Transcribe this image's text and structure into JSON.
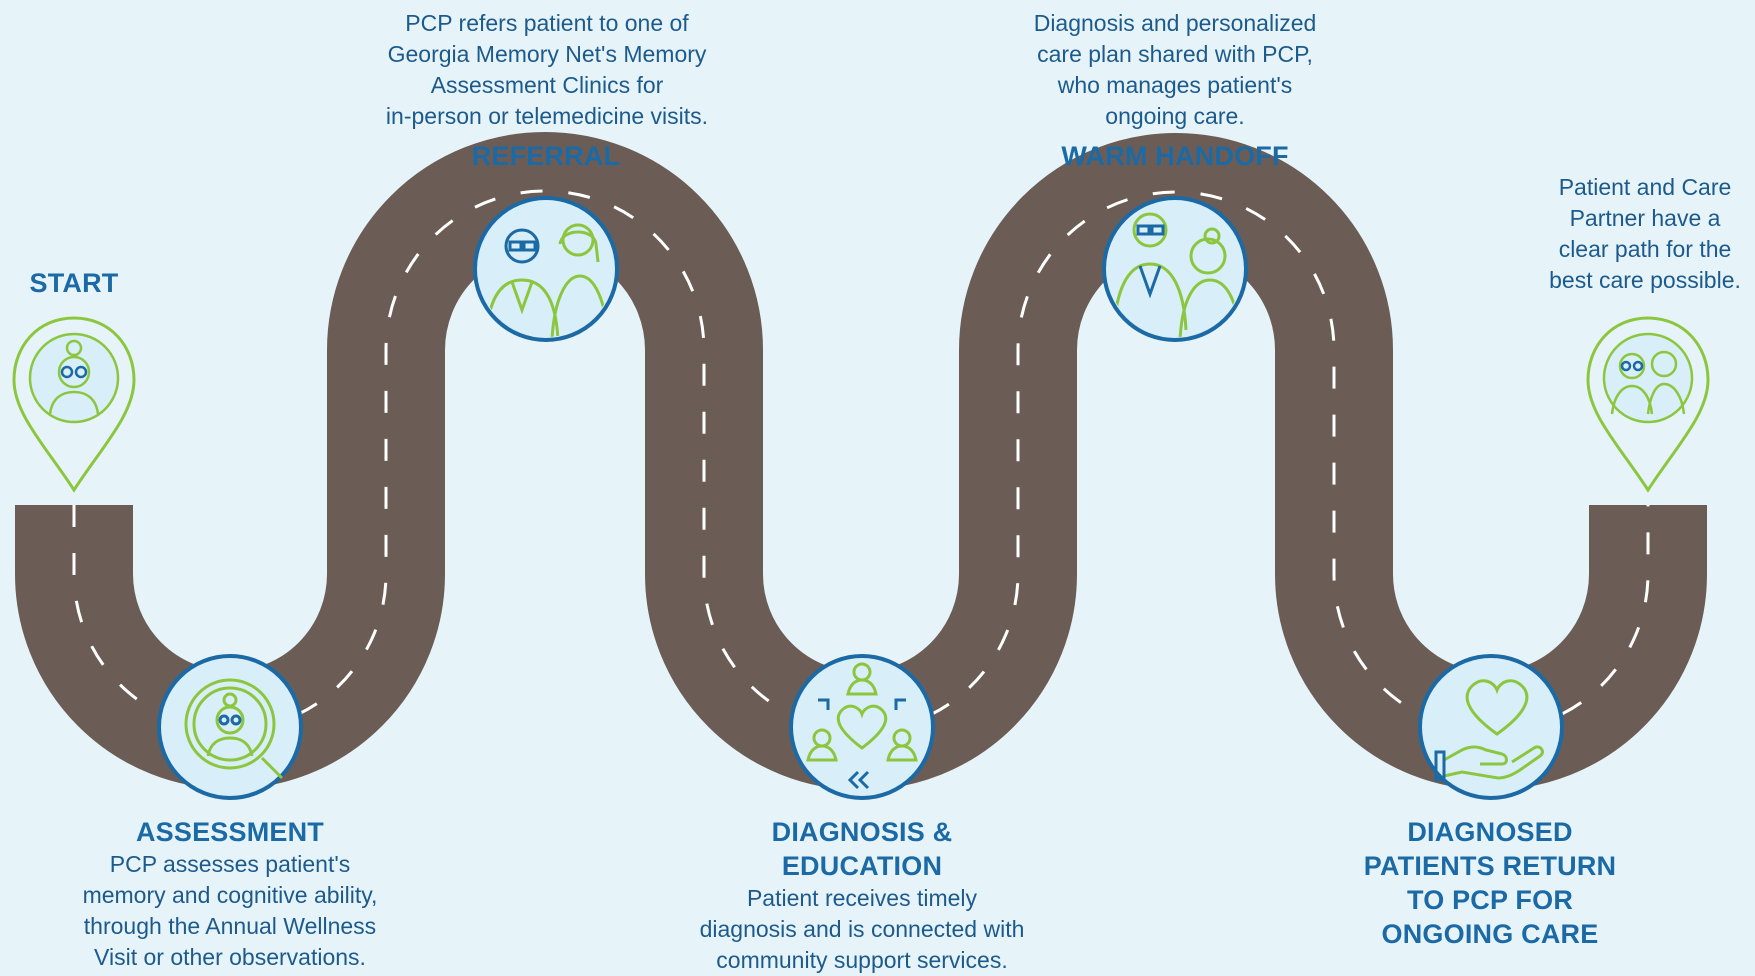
{
  "colors": {
    "background": "#e6f4fa",
    "road": "#6b5d55",
    "lane_marking": "#ffffff",
    "icon_green": "#8cc63f",
    "icon_blue": "#1b6aa5",
    "circle_fill": "#d8eef8",
    "title_text": "#1b6aa5",
    "body_text": "#1d5a8c"
  },
  "start": {
    "title": "START",
    "icon": "elderly-woman-icon"
  },
  "assessment": {
    "title": "ASSESSMENT",
    "lines": [
      "PCP assesses patient's",
      "memory and cognitive ability,",
      "through the Annual Wellness",
      "Visit or other observations."
    ],
    "icon": "magnifier-patient-icon"
  },
  "referral": {
    "title": "REFERRAL",
    "lines": [
      "PCP refers patient to one of",
      "Georgia Memory Net's Memory",
      "Assessment Clinics for",
      "in-person or telemedicine visits."
    ],
    "icon": "doctor-and-nurse-icon"
  },
  "diagnosis": {
    "title_lines": [
      "DIAGNOSIS &",
      "EDUCATION"
    ],
    "lines": [
      "Patient receives timely",
      "diagnosis and is connected with",
      "community support services."
    ],
    "icon": "community-heart-icon"
  },
  "handoff": {
    "title": "WARM HANDOFF",
    "lines": [
      "Diagnosis and personalized",
      "care plan shared with PCP,",
      "who manages patient's",
      "ongoing care."
    ],
    "icon": "doctor-with-patient-icon"
  },
  "return": {
    "title_lines": [
      "DIAGNOSED",
      "PATIENTS RETURN",
      "TO PCP FOR",
      "ONGOING CARE"
    ],
    "icon": "heart-in-hand-icon"
  },
  "end": {
    "lines": [
      "Patient and Care",
      "Partner have a",
      "clear path for the",
      "best care possible."
    ],
    "icon": "elderly-couple-icon"
  }
}
